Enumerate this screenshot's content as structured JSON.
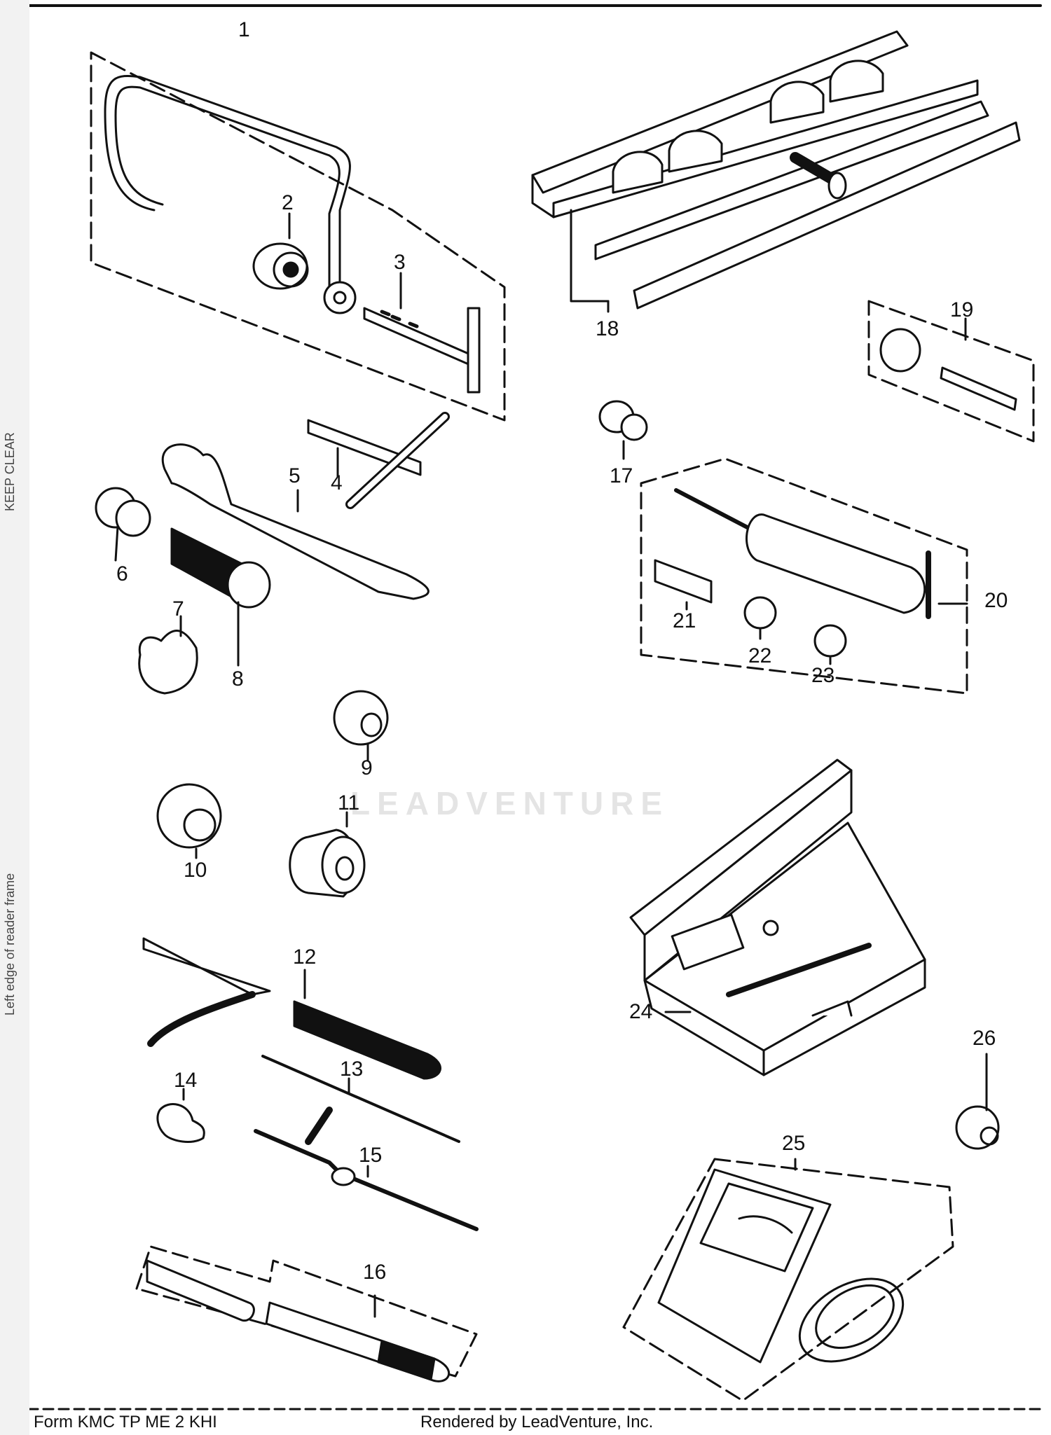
{
  "watermark": "LEADVENTURE",
  "side_notes": [
    "KEEP CLEAR",
    "Left edge of reader frame"
  ],
  "footer": {
    "left": "Form KMC TP ME 2 KHI",
    "right": "Rendered by LeadVenture, Inc."
  },
  "parts": [
    "1",
    "2",
    "3",
    "4",
    "5",
    "6",
    "7",
    "8",
    "9",
    "10",
    "11",
    "12",
    "13",
    "14",
    "15",
    "16",
    "17",
    "18",
    "19",
    "20",
    "21",
    "22",
    "23",
    "24",
    "25",
    "26"
  ],
  "colors": {
    "ink": "#111111",
    "fill": "#ffffff",
    "watermark": "#e4e4e4"
  }
}
